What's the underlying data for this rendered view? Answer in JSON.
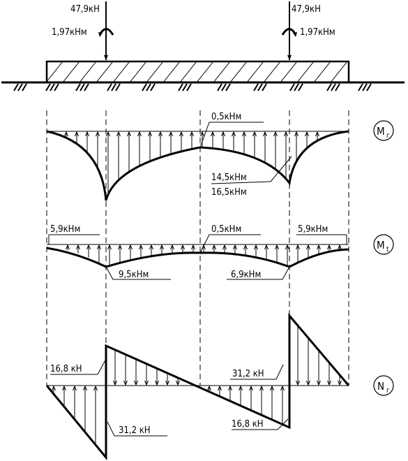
{
  "loads": {
    "left_force": "47,9кН",
    "right_force": "47,9кН",
    "left_moment": "1,97кНм",
    "right_moment": "1,97кНм"
  },
  "moment_mr": {
    "tag_letter": "M",
    "tag_sub": "г",
    "top_value": "0,5кНм",
    "label_a": "14,5кНм",
    "label_b": "16,5кНм"
  },
  "moment_mt": {
    "tag_letter": "M",
    "tag_sub": "t",
    "left_end": "5,9кНм",
    "center": "0,5кНм",
    "right_end": "5,9кНм",
    "left_valley": "9,5кНм",
    "right_valley": "6,9кНм"
  },
  "force_nr": {
    "tag_letter": "N",
    "tag_sub": "г",
    "left_top": "16,8 кН",
    "left_bottom": "31,2 кН",
    "right_top": "31,2 кН",
    "right_bottom": "16,8 кН"
  }
}
